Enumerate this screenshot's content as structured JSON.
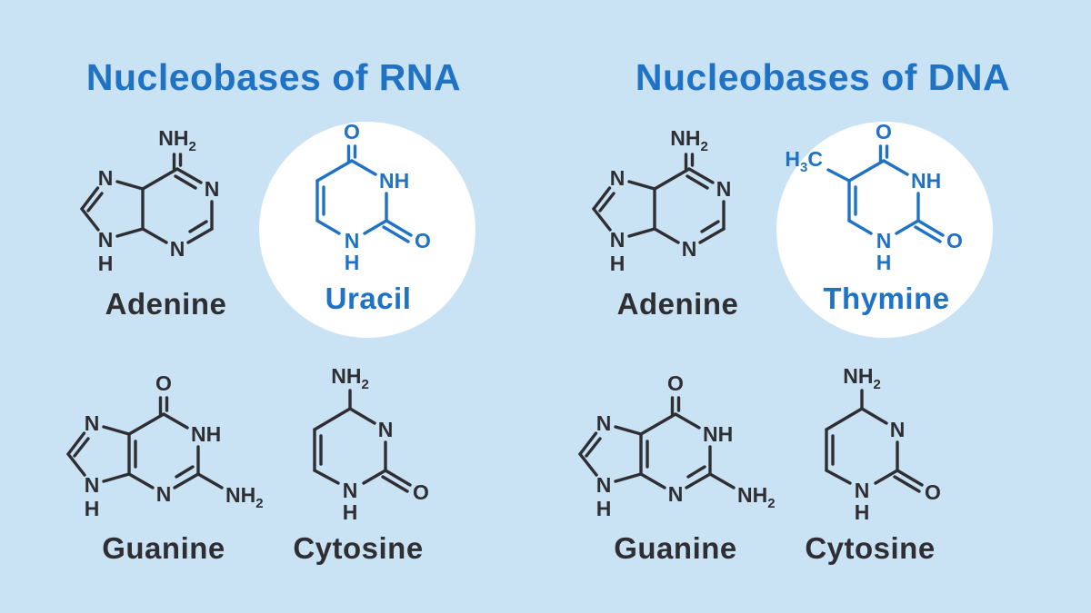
{
  "colors": {
    "background": "#c9e2f4",
    "ink": "#2f2e33",
    "accent_blue": "#1f72c4",
    "highlight_circle": "#ffffff"
  },
  "rna": {
    "title": "Nucleobases of RNA",
    "adenine": {
      "name": "Adenine",
      "atoms": {
        "amine": "NH",
        "amine_sub": "2",
        "n1": "N",
        "n3": "N",
        "n7": "N",
        "n9": "N",
        "h9": "H"
      }
    },
    "uracil": {
      "name": "Uracil",
      "atoms": {
        "o4": "O",
        "n3h": "NH",
        "o2": "O",
        "n1": "N",
        "h1": "H"
      }
    },
    "guanine": {
      "name": "Guanine",
      "atoms": {
        "o6": "O",
        "n1h": "NH",
        "n3": "N",
        "amine": "NH",
        "amine_sub": "2",
        "n7": "N",
        "n9": "N",
        "h9": "H"
      }
    },
    "cytosine": {
      "name": "Cytosine",
      "atoms": {
        "amine": "NH",
        "amine_sub": "2",
        "n3": "N",
        "o2": "O",
        "n1": "N",
        "h1": "H"
      }
    }
  },
  "dna": {
    "title": "Nucleobases of DNA",
    "adenine": {
      "name": "Adenine",
      "atoms": {
        "amine": "NH",
        "amine_sub": "2",
        "n1": "N",
        "n3": "N",
        "n7": "N",
        "n9": "N",
        "h9": "H"
      }
    },
    "thymine": {
      "name": "Thymine",
      "atoms": {
        "methyl_h": "H",
        "methyl_sub": "3",
        "methyl_c": "C",
        "o4": "O",
        "n3h": "NH",
        "o2": "O",
        "n1": "N",
        "h1": "H"
      }
    },
    "guanine": {
      "name": "Guanine",
      "atoms": {
        "o6": "O",
        "n1h": "NH",
        "n3": "N",
        "amine": "NH",
        "amine_sub": "2",
        "n7": "N",
        "n9": "N",
        "h9": "H"
      }
    },
    "cytosine": {
      "name": "Cytosine",
      "atoms": {
        "amine": "NH",
        "amine_sub": "2",
        "n3": "N",
        "o2": "O",
        "n1": "N",
        "h1": "H"
      }
    }
  }
}
